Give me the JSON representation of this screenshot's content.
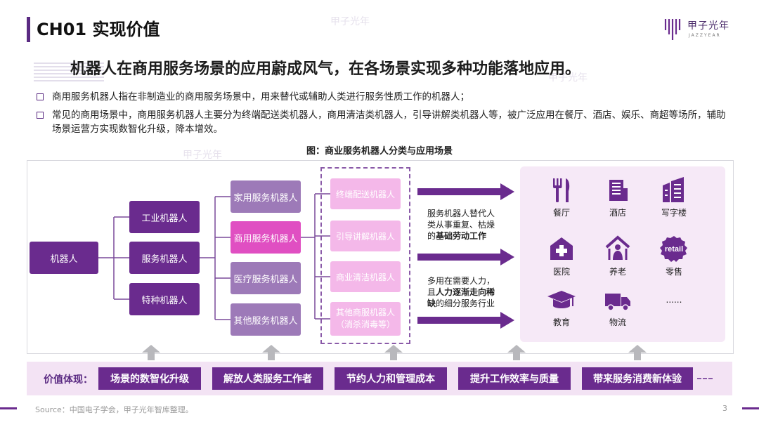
{
  "header": {
    "title": "CH01 实现价值"
  },
  "logo": {
    "name_cn": "甲子光年",
    "name_en": "JAZZYEAR"
  },
  "watermark": "甲子光年",
  "headline": "机器人在商用服务场景的应用蔚成风气，在各场景实现多种功能落地应用。",
  "bullets": [
    {
      "text": "商用服务机器人指在非制造业的商用服务场景中，用来替代或辅助人类进行服务性质工作的机器人；"
    },
    {
      "text": "常见的商用场景中，商用服务机器人主要分为终端配送类机器人，商用清洁类机器人，引导讲解类机器人等，被广泛应用在餐厅、酒店、娱乐、商超等场所，辅助场景运营方实现数智化升级，降本增效。"
    }
  ],
  "figure_title": "图：商业服务机器人分类与应用场景",
  "diagram": {
    "root": "机器人",
    "level1": [
      "工业机器人",
      "服务机器人",
      "特种机器人"
    ],
    "level2": [
      "家用服务机器人",
      "商用服务机器人",
      "医疗服务机器人",
      "其他服务机器人"
    ],
    "level3": [
      "终端配送机器人",
      "引导讲解机器人",
      "商业清洁机器人",
      "其他商服机器人",
      "（消杀消毒等）"
    ],
    "desc1": {
      "pre": "服务机器人替代人",
      "line2": "类从事重复、枯燥",
      "pre3": "的",
      "bold": "基础劳动工作"
    },
    "desc2": {
      "line1": "多用在需要人力，",
      "pre2": "且",
      "bold2": "人力逐渐走向稀",
      "bold3": "缺",
      "post3": "的细分服务行业"
    },
    "scenes": [
      {
        "icon": "restaurant-icon",
        "label": "餐厅"
      },
      {
        "icon": "hotel-icon",
        "label": "酒店"
      },
      {
        "icon": "office-building-icon",
        "label": "写字楼"
      },
      {
        "icon": "hospital-icon",
        "label": "医院"
      },
      {
        "icon": "elderly-care-icon",
        "label": "养老"
      },
      {
        "icon": "retail-icon",
        "label": "零售",
        "badge": "retail"
      },
      {
        "icon": "education-icon",
        "label": "教育"
      },
      {
        "icon": "logistics-icon",
        "label": "物流"
      },
      {
        "icon": "more-icon",
        "label": "......"
      }
    ]
  },
  "value_bar": {
    "label": "价值体现：",
    "items": [
      "场景的数智化升级",
      "解放人类服务工作者",
      "节约人力和管理成本",
      "提升工作效率与质量",
      "带来服务消费新体验"
    ]
  },
  "footer": {
    "source": "Source：中国电子学会，甲子光年智库整理。",
    "page": "3"
  },
  "colors": {
    "primary": "#6a2b8e",
    "mid": "#9d7ab8",
    "highlight": "#e04fc2",
    "light": "#f4b8e9",
    "panel": "#f6e9f7"
  }
}
